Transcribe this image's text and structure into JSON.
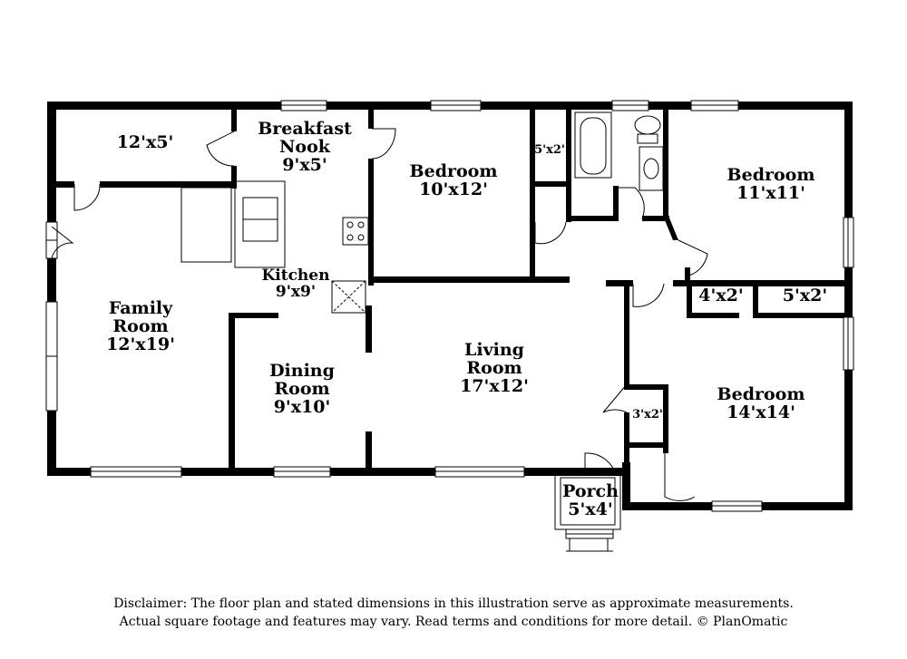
{
  "rooms": {
    "area_12x5": {
      "dim": "12'x5'"
    },
    "breakfast_nook": {
      "name_line1": "Breakfast",
      "name_line2": "Nook",
      "dim": "9'x5'"
    },
    "bedroom_1": {
      "name": "Bedroom",
      "dim": "10'x12'"
    },
    "closet_5x2_top": {
      "dim": "5'x2'"
    },
    "bedroom_2": {
      "name": "Bedroom",
      "dim": "11'x11'"
    },
    "family_room": {
      "name_line1": "Family",
      "name_line2": "Room",
      "dim": "12'x19'"
    },
    "kitchen": {
      "name": "Kitchen",
      "dim": "9'x9'"
    },
    "closet_4x2": {
      "dim": "4'x2'"
    },
    "closet_5x2": {
      "dim": "5'x2'"
    },
    "dining_room": {
      "name_line1": "Dining",
      "name_line2": "Room",
      "dim": "9'x10'"
    },
    "living_room": {
      "name_line1": "Living",
      "name_line2": "Room",
      "dim": "17'x12'"
    },
    "closet_3x2": {
      "dim": "3'x2'"
    },
    "bedroom_3": {
      "name": "Bedroom",
      "dim": "14'x14'"
    },
    "porch": {
      "name": "Porch",
      "dim": "5'x4'"
    }
  },
  "disclaimer": {
    "line1": "Disclaimer: The floor plan and stated dimensions in this illustration serve as approximate measurements.",
    "line2": "Actual square footage and features may vary. Read terms and conditions for more detail. © PlanOmatic"
  }
}
